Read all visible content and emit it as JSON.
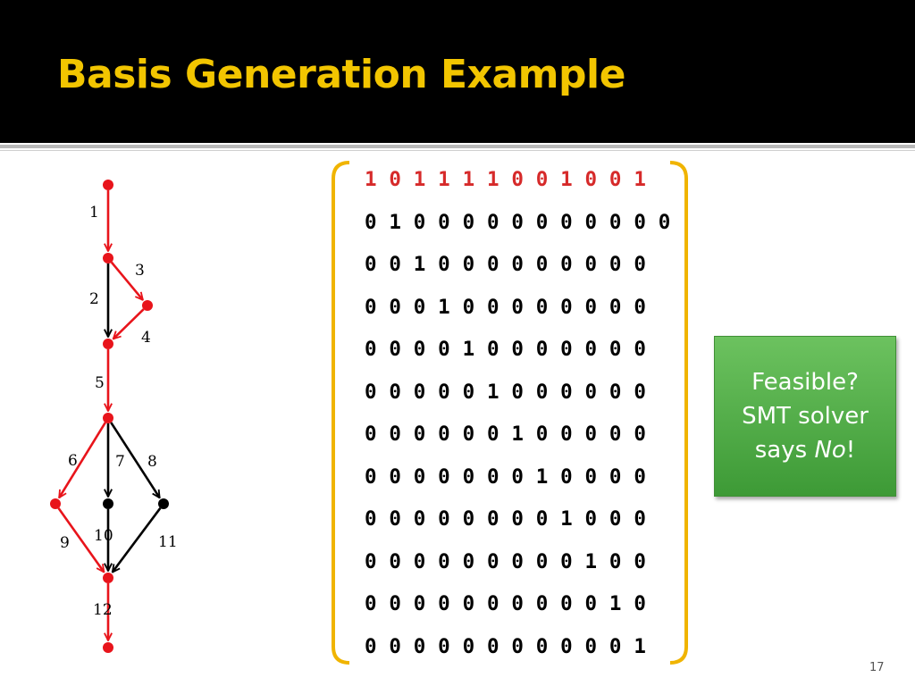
{
  "slide": {
    "title": "Basis Generation Example",
    "page_number": "17"
  },
  "colors": {
    "title": "#f2c500",
    "highlight": "#d62a2a",
    "edge_red": "#e8141b",
    "edge_black": "#000000",
    "brace": "#f0b400",
    "box": "#4caf45"
  },
  "graph": {
    "nodes": [
      {
        "id": "n1",
        "color": "red"
      },
      {
        "id": "n2",
        "color": "red"
      },
      {
        "id": "n3",
        "color": "red"
      },
      {
        "id": "n4",
        "color": "red"
      },
      {
        "id": "n5",
        "color": "red"
      },
      {
        "id": "n6",
        "color": "red"
      },
      {
        "id": "n7",
        "color": "black"
      },
      {
        "id": "n8",
        "color": "black"
      },
      {
        "id": "n9",
        "color": "red"
      },
      {
        "id": "n10",
        "color": "red"
      }
    ],
    "edges": [
      {
        "label": "1",
        "from": "n1",
        "to": "n2",
        "color": "red"
      },
      {
        "label": "2",
        "from": "n2",
        "to": "n4",
        "color": "black"
      },
      {
        "label": "3",
        "from": "n2",
        "to": "n3",
        "color": "red"
      },
      {
        "label": "4",
        "from": "n3",
        "to": "n4",
        "color": "red"
      },
      {
        "label": "5",
        "from": "n4",
        "to": "n5",
        "color": "red"
      },
      {
        "label": "6",
        "from": "n5",
        "to": "n6",
        "color": "red"
      },
      {
        "label": "7",
        "from": "n5",
        "to": "n7",
        "color": "black"
      },
      {
        "label": "8",
        "from": "n5",
        "to": "n8",
        "color": "black"
      },
      {
        "label": "9",
        "from": "n6",
        "to": "n9",
        "color": "red"
      },
      {
        "label": "10",
        "from": "n7",
        "to": "n9",
        "color": "black"
      },
      {
        "label": "11",
        "from": "n8",
        "to": "n9",
        "color": "black"
      },
      {
        "label": "12",
        "from": "n9",
        "to": "n10",
        "color": "red"
      }
    ]
  },
  "matrix": {
    "rows": [
      "1 0 1 1 1 1 0 0 1 0 0 1",
      "0 1 0 0 0 0 0 0 0 0 0 0 0",
      "0 0 1 0 0 0 0 0 0 0 0 0",
      "0 0 0 1 0 0 0 0 0 0 0 0",
      "0 0 0 0 1 0 0 0 0 0 0 0",
      "0 0 0 0 0 1 0 0 0 0 0 0",
      "0 0 0 0 0 0 1 0 0 0 0 0",
      "0 0 0 0 0 0 0 1 0 0 0 0",
      "0 0 0 0 0 0 0 0 1 0 0 0",
      "0 0 0 0 0 0 0 0 0 1 0 0",
      "0 0 0 0 0 0 0 0 0 0 1 0",
      "0 0 0 0 0 0 0 0 0 0 0 1"
    ],
    "highlight_row": 0
  },
  "feasible": {
    "line1": "Feasible?",
    "line2": "SMT solver",
    "line3_prefix": "says ",
    "line3_em": "No",
    "line3_suffix": "!"
  }
}
